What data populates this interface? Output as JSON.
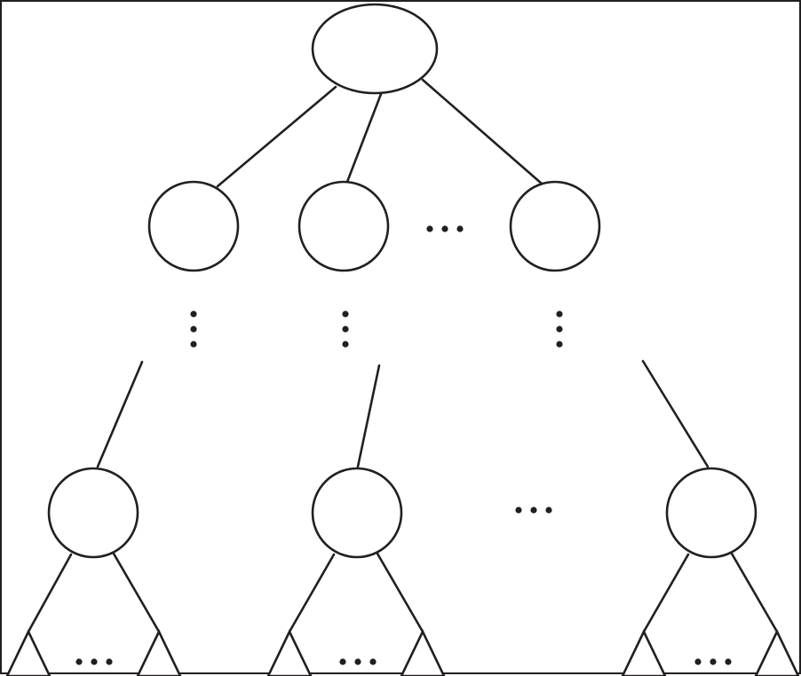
{
  "diagram": {
    "kind": "tree",
    "colors": {
      "stroke": "#231f20",
      "background": "#ffffff"
    },
    "root": {
      "shape": "ellipse"
    },
    "second_level": {
      "shape": "circle",
      "count_shown": 3,
      "has_horizontal_ellipsis": true
    },
    "intermediate_levels": {
      "marker": "vertical-ellipsis",
      "count_shown": 3
    },
    "bottom_level": {
      "shape": "circle",
      "count_shown": 3,
      "has_horizontal_ellipsis": true
    },
    "leaf_subtrees": {
      "shape": "triangle",
      "per_bottom_node": 2,
      "has_horizontal_ellipsis": true
    }
  }
}
